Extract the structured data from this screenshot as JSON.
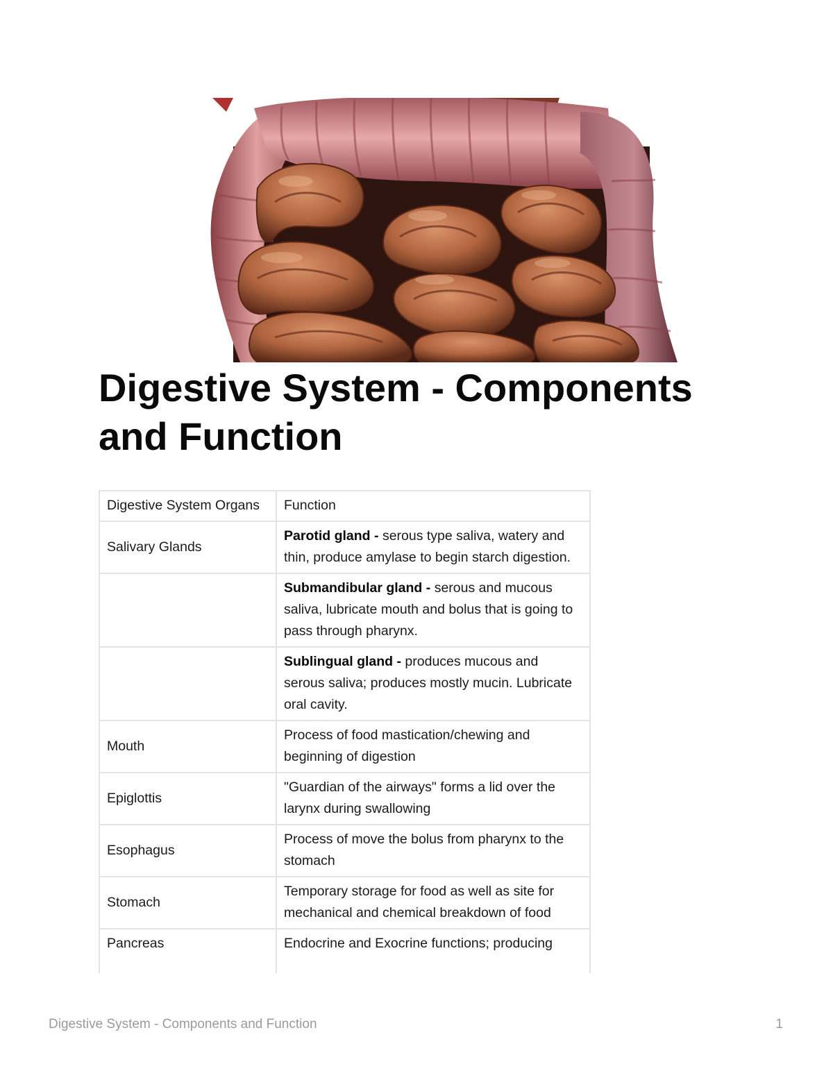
{
  "hero_image": {
    "icon": "digestive-intestines-illustration",
    "colors": {
      "colon": "#c07474",
      "small_intestine": "#b86a45",
      "shadow": "#3a1c14"
    }
  },
  "title": "Digestive System - Components and Function",
  "table": {
    "headers": [
      "Digestive System Organs",
      "Function"
    ],
    "rows": [
      {
        "organ": "Salivary Glands",
        "term": "Parotid gland",
        "sep": " - ",
        "text": "serous type saliva, watery and thin, produce amylase to begin starch digestion."
      },
      {
        "organ": "",
        "term": "Submandibular gland",
        "sep": " - ",
        "text": "serous and mucous saliva, lubricate mouth and bolus that is going to pass through pharynx."
      },
      {
        "organ": "",
        "term": "Sublingual gland",
        "sep": " - ",
        "text": "produces mucous and serous saliva; produces mostly mucin. Lubricate oral cavity."
      },
      {
        "organ": "Mouth",
        "term": "",
        "sep": "",
        "text": "Process of food mastication/chewing and beginning of digestion"
      },
      {
        "organ": "Epiglottis",
        "term": "",
        "sep": "",
        "text": "\"Guardian of the airways\" forms a lid over the larynx during swallowing"
      },
      {
        "organ": "Esophagus",
        "term": "",
        "sep": "",
        "text": "Process of move the bolus from pharynx to the stomach"
      },
      {
        "organ": "Stomach",
        "term": "",
        "sep": "",
        "text": "Temporary storage for food as well as site for mechanical and chemical breakdown of food"
      },
      {
        "organ": "Pancreas",
        "term": "",
        "sep": "",
        "text": "Endocrine and Exocrine functions; producing"
      }
    ]
  },
  "footer": {
    "doc_title": "Digestive System - Components and Function",
    "page_number": "1"
  }
}
